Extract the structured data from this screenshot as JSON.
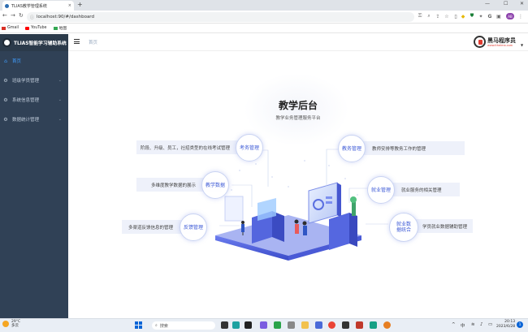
{
  "browser": {
    "tab_title": "TLIAS教学管理系统",
    "url": "localhost:90/#/dashboard",
    "bookmarks": [
      "Gmail",
      "YouTube",
      "地图"
    ],
    "profile": "AB"
  },
  "app": {
    "logo_title": "TLIAS智能学习辅助系统",
    "breadcrumb": "首页",
    "brand_name": "黑马程序员",
    "brand_url": "www.itheima.com"
  },
  "sidebar": {
    "items": [
      {
        "label": "首页",
        "icon": "home-icon",
        "active": true
      },
      {
        "label": "班级学员管理",
        "icon": "gear-icon",
        "active": false
      },
      {
        "label": "系统信息管理",
        "icon": "gear-icon",
        "active": false
      },
      {
        "label": "数据统计管理",
        "icon": "gear-icon",
        "active": false
      }
    ]
  },
  "dashboard": {
    "title": "教学后台",
    "subtitle": "教学业务管理服务平台",
    "left_modules": [
      {
        "name": "考务管理",
        "desc": "阶段、升级、员工，社招类型的在线考试管理"
      },
      {
        "name": "教学数据",
        "desc": "多维度教学数据的展示"
      },
      {
        "name": "反馈管理",
        "desc": "多渠道反馈信息的管理"
      }
    ],
    "right_modules": [
      {
        "name": "教务管理",
        "desc": "教师安排等教务工作的管理"
      },
      {
        "name": "就业管理",
        "desc": "就业服务的相关管理"
      },
      {
        "name": "就业数据统合",
        "desc": "学员就业数据辅助管理"
      }
    ]
  },
  "taskbar": {
    "weather_temp": "29°C",
    "weather_desc": "多云",
    "search_placeholder": "搜索",
    "lang": "中",
    "time": "20:13",
    "date": "2023/6/28",
    "notifications": "1"
  },
  "colors": {
    "sidebar_bg": "#304156",
    "active": "#409eff",
    "accent": "#3e5bd6"
  }
}
